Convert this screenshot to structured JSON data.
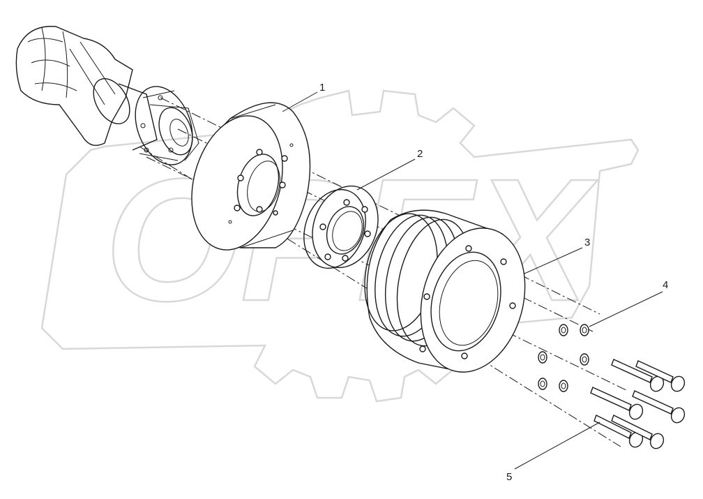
{
  "watermark": {
    "text": "OPEX"
  },
  "callouts": [
    {
      "id": "part-1",
      "label": "1"
    },
    {
      "id": "part-2",
      "label": "2"
    },
    {
      "id": "part-3",
      "label": "3"
    },
    {
      "id": "part-4",
      "label": "4"
    },
    {
      "id": "part-5",
      "label": "5"
    }
  ]
}
